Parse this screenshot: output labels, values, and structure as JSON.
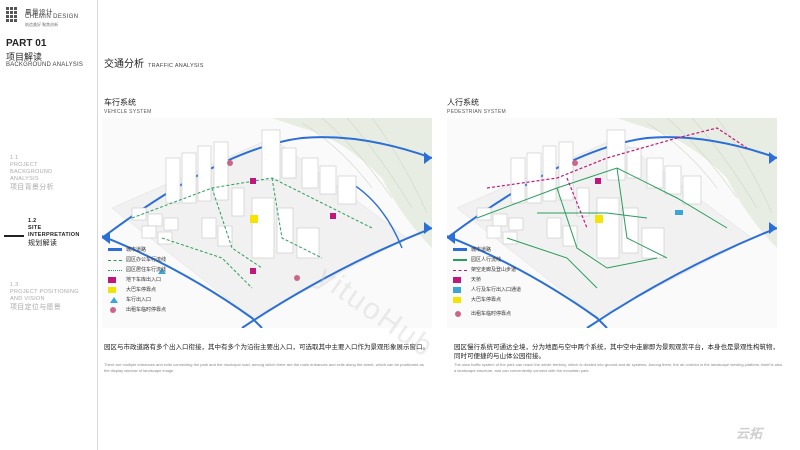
{
  "brand": {
    "name_cn": "晨量设计",
    "name_en": "CHEMIN DESIGN",
    "slogan": "筑造美好 聚焦创新"
  },
  "part": {
    "number": "PART 01",
    "title_cn": "项目解读",
    "title_en": "BACKGROUND ANALYSIS"
  },
  "menu": [
    {
      "num": "1.1",
      "en": "PROJECT BACKGROUND ANALYSIS",
      "cn": "项目背景分析",
      "active": false
    },
    {
      "num": "1.2",
      "en": "SITE INTERPRETATION",
      "cn": "规划解读",
      "active": true
    },
    {
      "num": "1.3",
      "en": "PROJECT POSITIONING AND VISION",
      "cn": "项目定位与愿景",
      "active": false
    }
  ],
  "section": {
    "title_cn": "交通分析",
    "title_en": "TRAFFIC ANALYSIS"
  },
  "vehicle": {
    "title_cn": "车行系统",
    "title_en": "VEHICLE SYSTEM",
    "legend": [
      {
        "label": "城市道路",
        "color": "#2b6fd6",
        "kind": "line"
      },
      {
        "label": "园区办公车行流线",
        "color": "#2a9d5c",
        "kind": "dash"
      },
      {
        "label": "园区居住车行流线",
        "color": "#2a9d5c",
        "kind": "dot"
      },
      {
        "label": "地下车库出入口",
        "color": "#c0187a",
        "kind": "box"
      },
      {
        "label": "大巴车停靠点",
        "color": "#f5e400",
        "kind": "box"
      },
      {
        "label": "车行出入口",
        "color": "#3ba6d6",
        "kind": "tri"
      },
      {
        "label": "出租车临时停靠点",
        "color": "#cc6688",
        "kind": "pin"
      }
    ],
    "desc_cn": "园区与市政道路有多个出入口衔接，其中有多个为沿街主要出入口，可选取其中主要入口作为景观形象展示窗口。",
    "desc_en": "There are multiple entrances and exits connecting the park and the municipal road, among which there are the main entrances and exits along the street, which can be positioned as the display window of landscape image."
  },
  "pedestrian": {
    "title_cn": "人行系统",
    "title_en": "PEDESTRIAN SYSTEM",
    "legend": [
      {
        "label": "城市道路",
        "color": "#2b6fd6",
        "kind": "line"
      },
      {
        "label": "园区人行流线",
        "color": "#2a9d5c",
        "kind": "line"
      },
      {
        "label": "架空走廊及登山步道",
        "color": "#c0187a",
        "kind": "dash"
      },
      {
        "label": "天桥",
        "color": "#c0187a",
        "kind": "box"
      },
      {
        "label": "人行及车行出入口通道",
        "color": "#3ba6d6",
        "kind": "box"
      },
      {
        "label": "大巴车停靠点",
        "color": "#f5e400",
        "kind": "box"
      },
      {
        "label": "出租车临时停靠点",
        "color": "#cc6688",
        "kind": "pin"
      }
    ],
    "desc_cn": "园区慢行系统可通达全境，分为地面与空中两个系统，其中空中走廊即为景观观赏平台，本身也是景观性构筑物，同时可便捷的与山体公园衔接。",
    "desc_en": "The slow traffic system of the park can reach the whole territory, which is divided into ground and air systems. Among them, the air corridor is the landscape viewing platform, itself is also a landscape structure, and can conveniently connect with the mountain park."
  },
  "footer_brand": "云拓",
  "watermark": "yituoHub"
}
